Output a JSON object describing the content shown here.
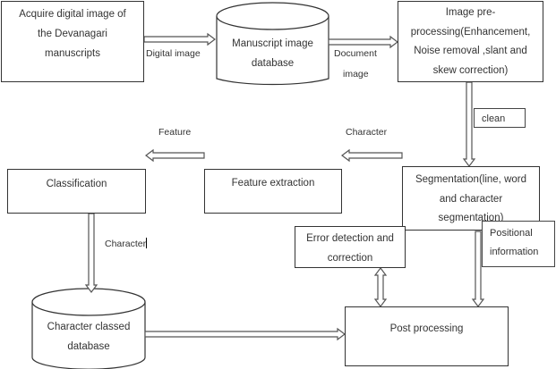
{
  "title": "Devanagari manuscript character recognition pipeline",
  "colors": {
    "stroke": "#333333",
    "arrow_stroke": "#555555",
    "background": "#ffffff",
    "text": "#333333"
  },
  "nodes": {
    "acquire": {
      "lines": [
        "Acquire digital image of",
        "the Devanagari",
        "manuscripts"
      ],
      "shape": "rectangle"
    },
    "manuscript_db": {
      "lines": [
        "Manuscript image",
        "database"
      ],
      "shape": "cylinder"
    },
    "preprocessing": {
      "lines": [
        "Image pre-",
        "processing(Enhancement,",
        "Noise removal ,slant and",
        "skew correction)"
      ],
      "shape": "rectangle"
    },
    "segmentation": {
      "lines": [
        "Segmentation(line, word",
        "and character",
        "segmentation)"
      ],
      "shape": "rectangle"
    },
    "feature_extraction": {
      "lines": [
        "Feature extraction"
      ],
      "shape": "rectangle"
    },
    "classification": {
      "lines": [
        "Classification"
      ],
      "shape": "rectangle"
    },
    "char_db": {
      "lines": [
        "Character classed",
        "database"
      ],
      "shape": "cylinder"
    },
    "error_detection": {
      "lines": [
        "Error detection and",
        "correction"
      ],
      "shape": "rectangle"
    },
    "post_processing": {
      "lines": [
        "Post processing"
      ],
      "shape": "rectangle"
    }
  },
  "edge_labels": {
    "digital_image": "Digital image",
    "document_image_1": "Document",
    "document_image_2": "image",
    "clean": "clean",
    "character_seg": "Character",
    "feature": "Feature",
    "character_class": "Character",
    "positional_1": "Positional",
    "positional_2": "information"
  },
  "edges": [
    {
      "from": "acquire",
      "to": "manuscript_db",
      "label": "Digital image"
    },
    {
      "from": "manuscript_db",
      "to": "preprocessing",
      "label": "Document image"
    },
    {
      "from": "preprocessing",
      "to": "segmentation",
      "label": "clean"
    },
    {
      "from": "segmentation",
      "to": "feature_extraction",
      "label": "Character"
    },
    {
      "from": "feature_extraction",
      "to": "classification",
      "label": "Feature"
    },
    {
      "from": "classification",
      "to": "char_db",
      "label": "Character"
    },
    {
      "from": "char_db",
      "to": "post_processing",
      "label": ""
    },
    {
      "from": "segmentation",
      "to": "post_processing",
      "label": "Positional information"
    },
    {
      "from": "error_detection",
      "to": "post_processing",
      "label": "",
      "bidirectional": true
    }
  ]
}
